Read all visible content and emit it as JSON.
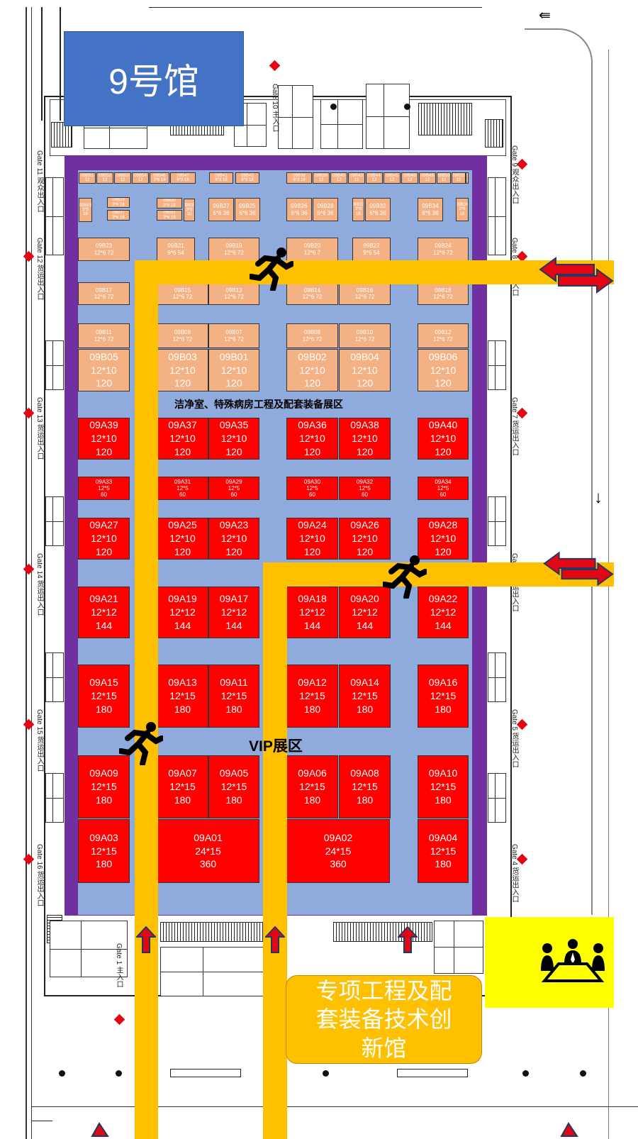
{
  "hall_title": "9号馆",
  "zone_labels": {
    "cleanroom": "洁净室、特殊病房工程及配套装备展区",
    "vip": "VIP展区"
  },
  "special_pavilion": {
    "lines": [
      "专项工程及配",
      "套装备技术创",
      "新馆"
    ]
  },
  "colors": {
    "title_box": "#4472c4",
    "hall_border": "#7030a0",
    "hall_floor": "#8faadc",
    "booth_b": "#f4b183",
    "booth_a": "#ff0000",
    "walkway": "#ffc000",
    "meeting_room": "#ffff00"
  },
  "icons": [
    "running-person-icon",
    "double-arrow-icon",
    "up-arrow-icon",
    "meeting-icon"
  ],
  "gate_labels": [
    {
      "code": "Gate 11",
      "name": "观众出入口"
    },
    {
      "code": "Gate 12",
      "name": "货运出入口"
    },
    {
      "code": "Gate 13",
      "name": "货运出入口"
    },
    {
      "code": "Gate 14",
      "name": "货运出入口"
    },
    {
      "code": "Gate 15",
      "name": "货运出入口"
    },
    {
      "code": "Gate 16",
      "name": "货运出入口"
    },
    {
      "code": "Gate 9",
      "name": "观众出入口"
    },
    {
      "code": "Gate 8",
      "name": "货运出入口"
    },
    {
      "code": "Gate 7",
      "name": "货运出入口"
    },
    {
      "code": "Gate 6",
      "name": "货运出入口"
    },
    {
      "code": "Gate 5",
      "name": "货运出入口"
    },
    {
      "code": "Gate 4",
      "name": "货运出入口"
    },
    {
      "code": "Gate 10",
      "name": "主入口"
    },
    {
      "code": "Gate 1",
      "name": "主入口"
    }
  ],
  "booths": [
    {
      "id": "09B51",
      "lines": [
        "09B51",
        "12"
      ],
      "kind": "b"
    },
    {
      "id": "09B52",
      "lines": [
        "09B52",
        "12"
      ],
      "kind": "b"
    },
    {
      "id": "09B53",
      "lines": [
        "09B53",
        "12"
      ],
      "kind": "b"
    },
    {
      "id": "09B54",
      "lines": [
        "09B54",
        "12"
      ],
      "kind": "b"
    },
    {
      "id": "09B46",
      "lines": [
        "09B46",
        "3*6 18"
      ],
      "kind": "b"
    },
    {
      "id": "09B47",
      "lines": [
        "09B47",
        "6*3 18"
      ],
      "kind": "b"
    },
    {
      "id": "09B41",
      "lines": [
        "09B41",
        "6*3 18"
      ],
      "kind": "b"
    },
    {
      "id": "09B42",
      "lines": [
        "09B42",
        "6*3 18"
      ],
      "kind": "b"
    },
    {
      "id": "09B38",
      "lines": [
        "09B38",
        "6*3 18"
      ],
      "kind": "b"
    },
    {
      "id": "09B39",
      "lines": [
        "09B39",
        "12"
      ],
      "kind": "b"
    },
    {
      "id": "09B40",
      "lines": [
        "09B40",
        "12"
      ],
      "kind": "b"
    },
    {
      "id": "09B43",
      "lines": [
        "09B43",
        "12"
      ],
      "kind": "b"
    },
    {
      "id": "09B44",
      "lines": [
        "09B44",
        "12"
      ],
      "kind": "b"
    },
    {
      "id": "09B45",
      "lines": [
        "09B45",
        "12"
      ],
      "kind": "b"
    },
    {
      "id": "09B48",
      "lines": [
        "09B48",
        "12"
      ],
      "kind": "b"
    },
    {
      "id": "09B49",
      "lines": [
        "09B49",
        "12"
      ],
      "kind": "b"
    },
    {
      "id": "09B50",
      "lines": [
        "09B50",
        "12"
      ],
      "kind": "b"
    },
    {
      "id": "09B55",
      "lines": [
        "09B55",
        "12"
      ],
      "kind": "b"
    },
    {
      "id": "09B56",
      "lines": [
        "09B56",
        "12"
      ],
      "kind": "b"
    },
    {
      "id": "09B43w",
      "lines": [
        "09B43",
        "3*6",
        "18"
      ],
      "kind": "b"
    },
    {
      "id": "09B29",
      "lines": [
        "09B29",
        "3*6 18"
      ],
      "kind": "b"
    },
    {
      "id": "09B37",
      "lines": [
        "09B37",
        "3*6 18"
      ],
      "kind": "b"
    },
    {
      "id": "09B30",
      "lines": [
        "09B30",
        "3*6 18"
      ],
      "kind": "b"
    },
    {
      "id": "09B31",
      "lines": [
        "09B31",
        "3*6 18"
      ],
      "kind": "b"
    },
    {
      "id": "09B35",
      "lines": [
        "09B35",
        "3*6",
        "18"
      ],
      "kind": "b"
    },
    {
      "id": "09B27",
      "lines": [
        "09B27",
        "6*6 36"
      ],
      "kind": "b"
    },
    {
      "id": "09B25",
      "lines": [
        "09B25",
        "6*6 36"
      ],
      "kind": "b"
    },
    {
      "id": "09B26",
      "lines": [
        "09B26",
        "6*6 36"
      ],
      "kind": "b"
    },
    {
      "id": "09B28",
      "lines": [
        "09B28",
        "6*6 36"
      ],
      "kind": "b"
    },
    {
      "id": "09B33",
      "lines": [
        "09B33",
        "3*6",
        "18"
      ],
      "kind": "b"
    },
    {
      "id": "09B32",
      "lines": [
        "09B32",
        "6*6 36"
      ],
      "kind": "b"
    },
    {
      "id": "09B34",
      "lines": [
        "09B34",
        "6*6 36"
      ],
      "kind": "b"
    },
    {
      "id": "09B36",
      "lines": [
        "09B36",
        "3*6",
        "18"
      ],
      "kind": "b"
    },
    {
      "id": "09B23",
      "lines": [
        "09B23",
        "12*6 72"
      ],
      "kind": "b"
    },
    {
      "id": "09B21",
      "lines": [
        "09B21",
        "9*6 54"
      ],
      "kind": "b"
    },
    {
      "id": "09B19",
      "lines": [
        "09B19",
        "12*6 72"
      ],
      "kind": "b"
    },
    {
      "id": "09B20",
      "lines": [
        "09B20",
        "12*6 7"
      ],
      "kind": "b"
    },
    {
      "id": "09B22",
      "lines": [
        "09B22",
        "9*6 54"
      ],
      "kind": "b"
    },
    {
      "id": "09B24",
      "lines": [
        "09B24",
        "12*6 72"
      ],
      "kind": "b"
    },
    {
      "id": "09B17",
      "lines": [
        "09B17",
        "12*6 72"
      ],
      "kind": "b"
    },
    {
      "id": "09B15",
      "lines": [
        "09B15",
        "12*6 72"
      ],
      "kind": "b"
    },
    {
      "id": "09B13",
      "lines": [
        "09B13",
        "12*6 72"
      ],
      "kind": "b"
    },
    {
      "id": "09B14",
      "lines": [
        "09B14",
        "12*6 72"
      ],
      "kind": "b"
    },
    {
      "id": "09B16",
      "lines": [
        "09B16",
        "12*6 72"
      ],
      "kind": "b"
    },
    {
      "id": "09B18",
      "lines": [
        "09B18",
        "12*6 72"
      ],
      "kind": "b"
    },
    {
      "id": "09B11",
      "lines": [
        "09B11",
        "12*6 72"
      ],
      "kind": "b"
    },
    {
      "id": "09B09",
      "lines": [
        "09B09",
        "12*6 72"
      ],
      "kind": "b"
    },
    {
      "id": "09B07",
      "lines": [
        "09B07",
        "12*6 72"
      ],
      "kind": "b"
    },
    {
      "id": "09B08",
      "lines": [
        "09B08",
        "12*6 72"
      ],
      "kind": "b"
    },
    {
      "id": "09B10",
      "lines": [
        "09B10",
        "12*6 72"
      ],
      "kind": "b"
    },
    {
      "id": "09B12",
      "lines": [
        "09B12",
        "12*6 72"
      ],
      "kind": "b"
    },
    {
      "id": "09B05",
      "lines": [
        "09B05",
        "12*10",
        "120"
      ],
      "kind": "b"
    },
    {
      "id": "09B03",
      "lines": [
        "09B03",
        "12*10",
        "120"
      ],
      "kind": "b"
    },
    {
      "id": "09B01",
      "lines": [
        "09B01",
        "12*10",
        "120"
      ],
      "kind": "b"
    },
    {
      "id": "09B02",
      "lines": [
        "09B02",
        "12*10",
        "120"
      ],
      "kind": "b"
    },
    {
      "id": "09B04",
      "lines": [
        "09B04",
        "12*10",
        "120"
      ],
      "kind": "b"
    },
    {
      "id": "09B06",
      "lines": [
        "09B06",
        "12*10",
        "120"
      ],
      "kind": "b"
    },
    {
      "id": "09A39",
      "lines": [
        "09A39",
        "12*10",
        "120"
      ],
      "kind": "a"
    },
    {
      "id": "09A37",
      "lines": [
        "09A37",
        "12*10",
        "120"
      ],
      "kind": "a"
    },
    {
      "id": "09A35",
      "lines": [
        "09A35",
        "12*10",
        "120"
      ],
      "kind": "a"
    },
    {
      "id": "09A36",
      "lines": [
        "09A36",
        "12*10",
        "120"
      ],
      "kind": "a"
    },
    {
      "id": "09A38",
      "lines": [
        "09A38",
        "12*10",
        "120"
      ],
      "kind": "a"
    },
    {
      "id": "09A40",
      "lines": [
        "09A40",
        "12*10",
        "120"
      ],
      "kind": "a"
    },
    {
      "id": "09A33",
      "lines": [
        "09A33",
        "12*5",
        "60"
      ],
      "kind": "a"
    },
    {
      "id": "09A31",
      "lines": [
        "09A31",
        "12*5",
        "60"
      ],
      "kind": "a"
    },
    {
      "id": "09A29",
      "lines": [
        "09A29",
        "12*5",
        "60"
      ],
      "kind": "a"
    },
    {
      "id": "09A30",
      "lines": [
        "09A30",
        "12*5",
        "60"
      ],
      "kind": "a"
    },
    {
      "id": "09A32",
      "lines": [
        "09A32",
        "12*5",
        "60"
      ],
      "kind": "a"
    },
    {
      "id": "09A34",
      "lines": [
        "09A34",
        "12*5",
        "60"
      ],
      "kind": "a"
    },
    {
      "id": "09A27",
      "lines": [
        "09A27",
        "12*10",
        "120"
      ],
      "kind": "a"
    },
    {
      "id": "09A25",
      "lines": [
        "09A25",
        "12*10",
        "120"
      ],
      "kind": "a"
    },
    {
      "id": "09A23",
      "lines": [
        "09A23",
        "12*10",
        "120"
      ],
      "kind": "a"
    },
    {
      "id": "09A24",
      "lines": [
        "09A24",
        "12*10",
        "120"
      ],
      "kind": "a"
    },
    {
      "id": "09A26",
      "lines": [
        "09A26",
        "12*10",
        "120"
      ],
      "kind": "a"
    },
    {
      "id": "09A28",
      "lines": [
        "09A28",
        "12*10",
        "120"
      ],
      "kind": "a"
    },
    {
      "id": "09A21",
      "lines": [
        "09A21",
        "12*12",
        "144"
      ],
      "kind": "a"
    },
    {
      "id": "09A19",
      "lines": [
        "09A19",
        "12*12",
        "144"
      ],
      "kind": "a"
    },
    {
      "id": "09A17",
      "lines": [
        "09A17",
        "12*12",
        "144"
      ],
      "kind": "a"
    },
    {
      "id": "09A18",
      "lines": [
        "09A18",
        "12*12",
        "144"
      ],
      "kind": "a"
    },
    {
      "id": "09A20",
      "lines": [
        "09A20",
        "12*12",
        "144"
      ],
      "kind": "a"
    },
    {
      "id": "09A22",
      "lines": [
        "09A22",
        "12*12",
        "144"
      ],
      "kind": "a"
    },
    {
      "id": "09A15",
      "lines": [
        "09A15",
        "12*15",
        "180"
      ],
      "kind": "a"
    },
    {
      "id": "09A13",
      "lines": [
        "09A13",
        "12*15",
        "180"
      ],
      "kind": "a"
    },
    {
      "id": "09A11",
      "lines": [
        "09A11",
        "12*15",
        "180"
      ],
      "kind": "a"
    },
    {
      "id": "09A12",
      "lines": [
        "09A12",
        "12*15",
        "180"
      ],
      "kind": "a"
    },
    {
      "id": "09A14",
      "lines": [
        "09A14",
        "12*15",
        "180"
      ],
      "kind": "a"
    },
    {
      "id": "09A16",
      "lines": [
        "09A16",
        "12*15",
        "180"
      ],
      "kind": "a"
    },
    {
      "id": "09A09",
      "lines": [
        "09A09",
        "12*15",
        "180"
      ],
      "kind": "a"
    },
    {
      "id": "09A07",
      "lines": [
        "09A07",
        "12*15",
        "180"
      ],
      "kind": "a"
    },
    {
      "id": "09A05",
      "lines": [
        "09A05",
        "12*15",
        "180"
      ],
      "kind": "a"
    },
    {
      "id": "09A06",
      "lines": [
        "09A06",
        "12*15",
        "180"
      ],
      "kind": "a"
    },
    {
      "id": "09A08",
      "lines": [
        "09A08",
        "12*15",
        "180"
      ],
      "kind": "a"
    },
    {
      "id": "09A10",
      "lines": [
        "09A10",
        "12*15",
        "180"
      ],
      "kind": "a"
    },
    {
      "id": "09A03",
      "lines": [
        "09A03",
        "12*15",
        "180"
      ],
      "kind": "a"
    },
    {
      "id": "09A01",
      "lines": [
        "09A01",
        "24*15",
        "360"
      ],
      "kind": "a"
    },
    {
      "id": "09A02",
      "lines": [
        "09A02",
        "24*15",
        "360"
      ],
      "kind": "a"
    },
    {
      "id": "09A04",
      "lines": [
        "09A04",
        "12*15",
        "180"
      ],
      "kind": "a"
    }
  ]
}
